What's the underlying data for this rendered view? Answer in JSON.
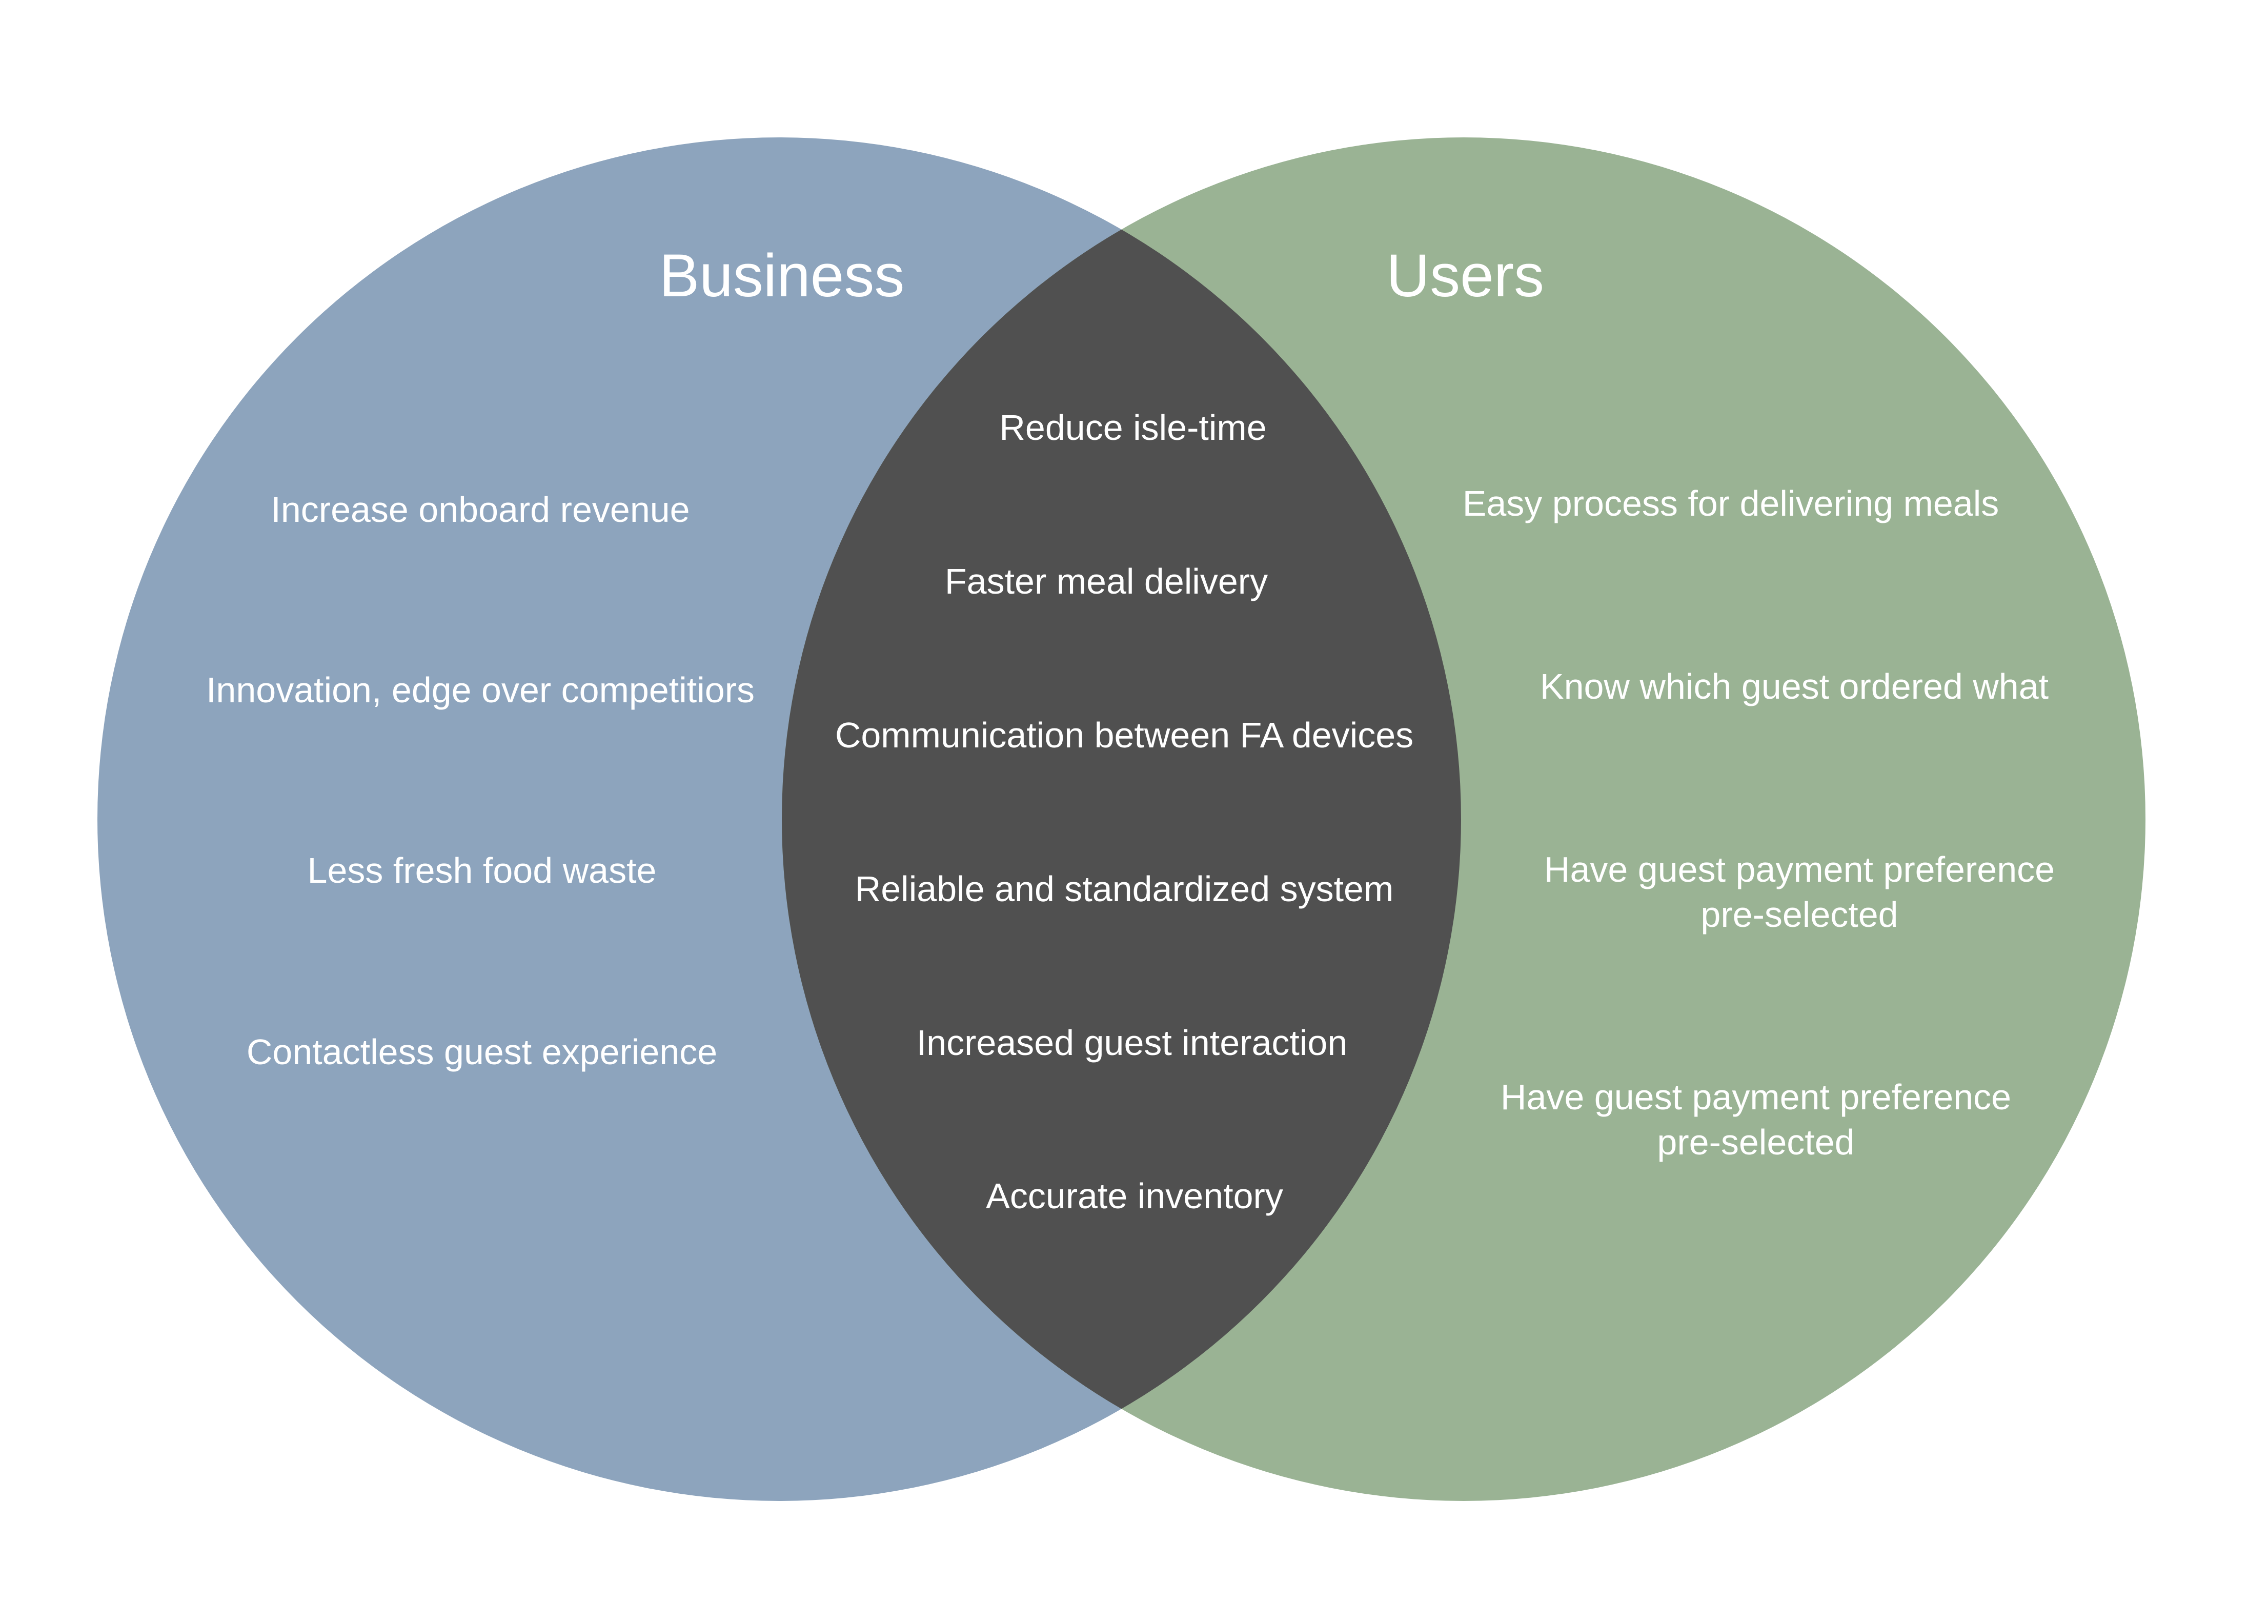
{
  "colors": {
    "business": "#8da4bd",
    "users": "#9ab394",
    "overlap": "#505050",
    "text": "#ffffff",
    "background": "#ffffff"
  },
  "business": {
    "title": "Business",
    "items": [
      "Increase onboard revenue",
      "Innovation, edge over competitiors",
      "Less fresh food waste",
      "Contactless guest experience"
    ]
  },
  "users": {
    "title": "Users",
    "items": [
      "Easy process for delivering meals",
      "Know which guest ordered what",
      "Have guest payment preference",
      "pre-selected",
      "Have guest payment preference",
      "pre-selected"
    ]
  },
  "overlap": {
    "items": [
      "Reduce isle-time",
      "Faster meal delivery",
      "Communication between FA devices",
      "Reliable and standardized system",
      "Increased guest interaction",
      "Accurate inventory"
    ]
  }
}
